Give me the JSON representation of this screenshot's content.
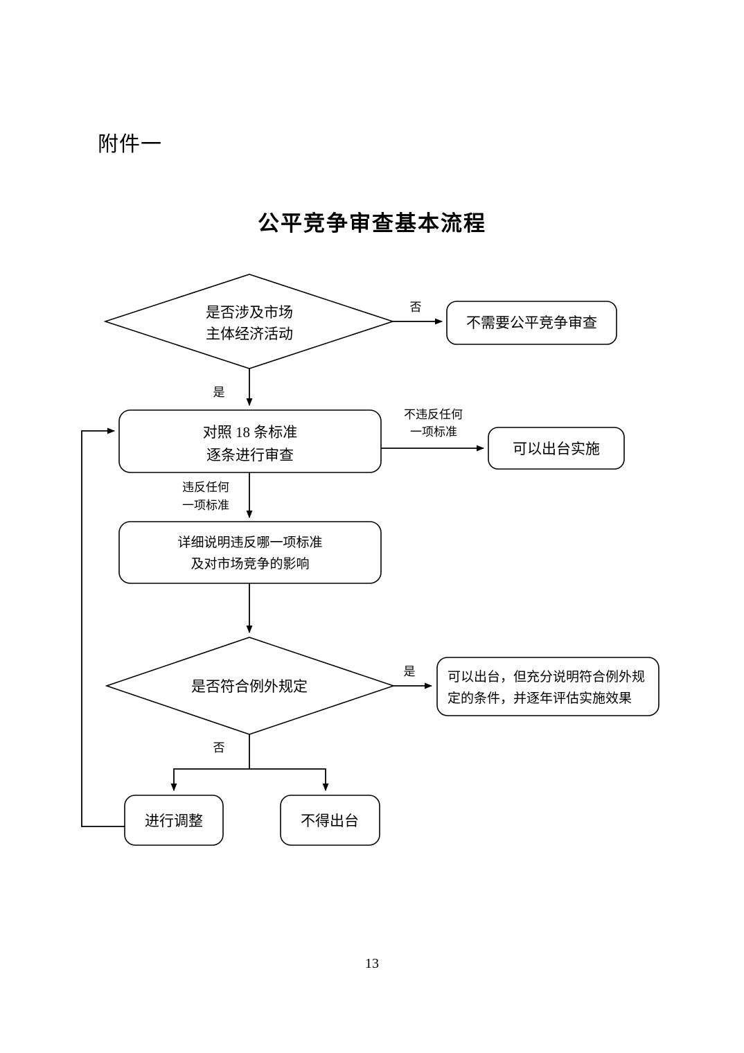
{
  "document": {
    "attachment_label": "附件一",
    "title": "公平竞争审查基本流程",
    "page_number": "13"
  },
  "flowchart": {
    "nodes": {
      "decision_market": {
        "type": "decision",
        "line1": "是否涉及市场",
        "line2": "主体经济活动"
      },
      "no_review_needed": {
        "type": "process",
        "line1": "不需要公平竞争审查"
      },
      "check_18_standards": {
        "type": "process",
        "line1": "对照 18 条标准",
        "line2": "逐条进行审查"
      },
      "can_implement": {
        "type": "process",
        "line1": "可以出台实施"
      },
      "explain_violation": {
        "type": "process",
        "line1": "详细说明违反哪一项标准",
        "line2": "及对市场竞争的影响"
      },
      "decision_exception": {
        "type": "decision",
        "line1": "是否符合例外规定"
      },
      "can_issue_with_conditions": {
        "type": "process",
        "line1": "可以出台，但充分说明符合例外规",
        "line2": "定的条件，并逐年评估实施效果"
      },
      "make_adjustment": {
        "type": "process",
        "line1": "进行调整"
      },
      "must_not_issue": {
        "type": "process",
        "line1": "不得出台"
      }
    },
    "edge_labels": {
      "market_no": "否",
      "market_yes": "是",
      "no_violation_l1": "不违反任何",
      "no_violation_l2": "一项标准",
      "violation_l1": "违反任何",
      "violation_l2": "一项标准",
      "exception_yes": "是",
      "exception_no": "否"
    },
    "colors": {
      "stroke": "#000000",
      "fill": "#ffffff",
      "text": "#000000"
    }
  }
}
